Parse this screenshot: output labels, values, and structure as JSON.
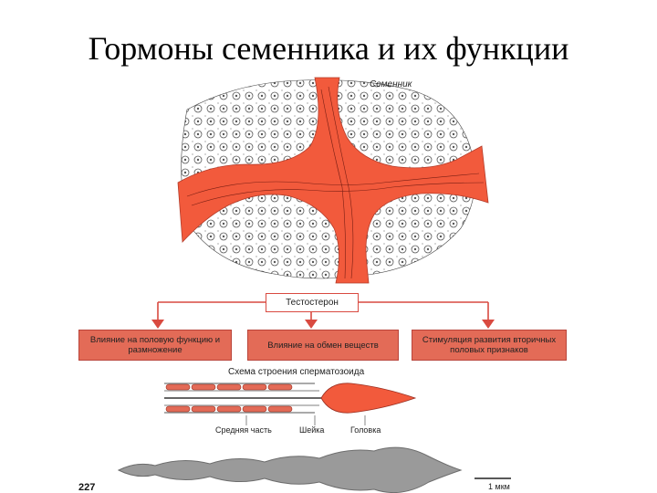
{
  "slide": {
    "title": "Гормоны семенника и их функции"
  },
  "figure": {
    "testis_label": "Семенник",
    "hormone_label": "Тестостерон",
    "effects": [
      "Влияние на половую функцию и размножение",
      "Влияние на обмен веществ",
      "Стимуляция развития вторичных половых признаков"
    ],
    "sperm_scheme_title": "Схема строения сперматозоида",
    "sperm_parts": {
      "midpiece": "Средняя часть",
      "neck": "Шейка",
      "head": "Головка"
    },
    "scale_label": "1 мкм",
    "page_number": "227"
  },
  "colors": {
    "accent": "#e36b57",
    "tissue": "#f25a3c",
    "outline": "#d94a40"
  }
}
